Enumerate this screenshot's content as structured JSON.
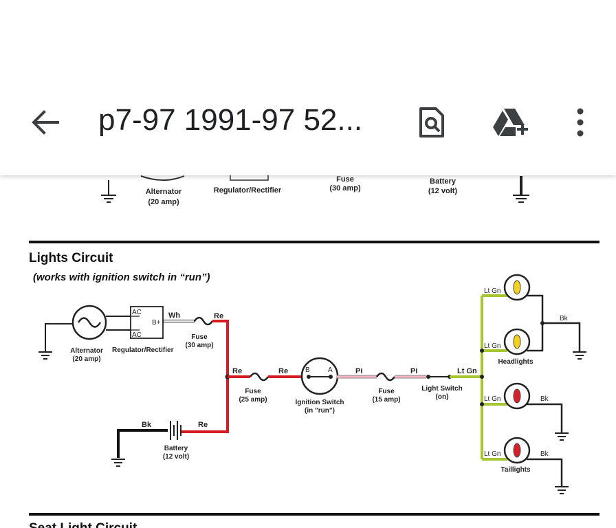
{
  "toolbar": {
    "title": "p7-97 1991-97 52...",
    "back_icon": "arrow-left-icon",
    "find_icon": "find-in-document-icon",
    "drive_icon": "add-to-drive-icon",
    "menu_icon": "more-vertical-icon"
  },
  "top_diagram": {
    "alternator": "Alternator",
    "alternator_rating": "(20 amp)",
    "regulator": "Regulator/Rectifier",
    "fuse": "Fuse",
    "fuse_rating": "(30 amp)",
    "battery": "Battery",
    "battery_rating": "(12 volt)"
  },
  "lights_circuit": {
    "heading": "Lights Circuit",
    "subheading": "(works with ignition switch in  “run”)",
    "alternator": "Alternator",
    "alternator_rating": "(20 amp)",
    "regulator": "Regulator/Rectifier",
    "reg_ac_top": "AC",
    "reg_ac_bottom": "AC",
    "reg_bplus": "B+",
    "wire_wh": "Wh",
    "wire_re_1": "Re",
    "fuse1": "Fuse",
    "fuse1_rating": "(30 amp)",
    "wire_re_2": "Re",
    "wire_re_3": "Re",
    "fuse2": "Fuse",
    "fuse2_rating": "(25 amp)",
    "ign_b": "B",
    "ign_a": "A",
    "ignition": "Ignition Switch",
    "ignition_state": "(in \"run\")",
    "wire_pi_1": "Pi",
    "wire_pi_2": "Pi",
    "fuse3": "Fuse",
    "fuse3_rating": "(15 amp)",
    "light_switch": "Light Switch",
    "light_switch_state": "(on)",
    "wire_ltgn_main": "Lt Gn",
    "wire_ltgn_1": "Lt Gn",
    "wire_ltgn_2": "Lt Gn",
    "wire_ltgn_3": "Lt Gn",
    "wire_ltgn_4": "Lt Gn",
    "headlights": "Headlights",
    "taillights": "Taillights",
    "wire_bk_1": "Bk",
    "wire_bk_2": "Bk",
    "wire_bk_3": "Bk",
    "wire_bk_4": "Bk",
    "wire_re_4": "Re",
    "battery": "Battery",
    "battery_rating": "(12 volt)"
  },
  "next_section": {
    "heading": "Seat Light Circuit"
  },
  "colors": {
    "red_wire": "#d81b23",
    "pink_wire": "#f3b6c3",
    "green_wire": "#a6c631",
    "headlight": "#f2d21b",
    "taillight": "#d5202a"
  }
}
